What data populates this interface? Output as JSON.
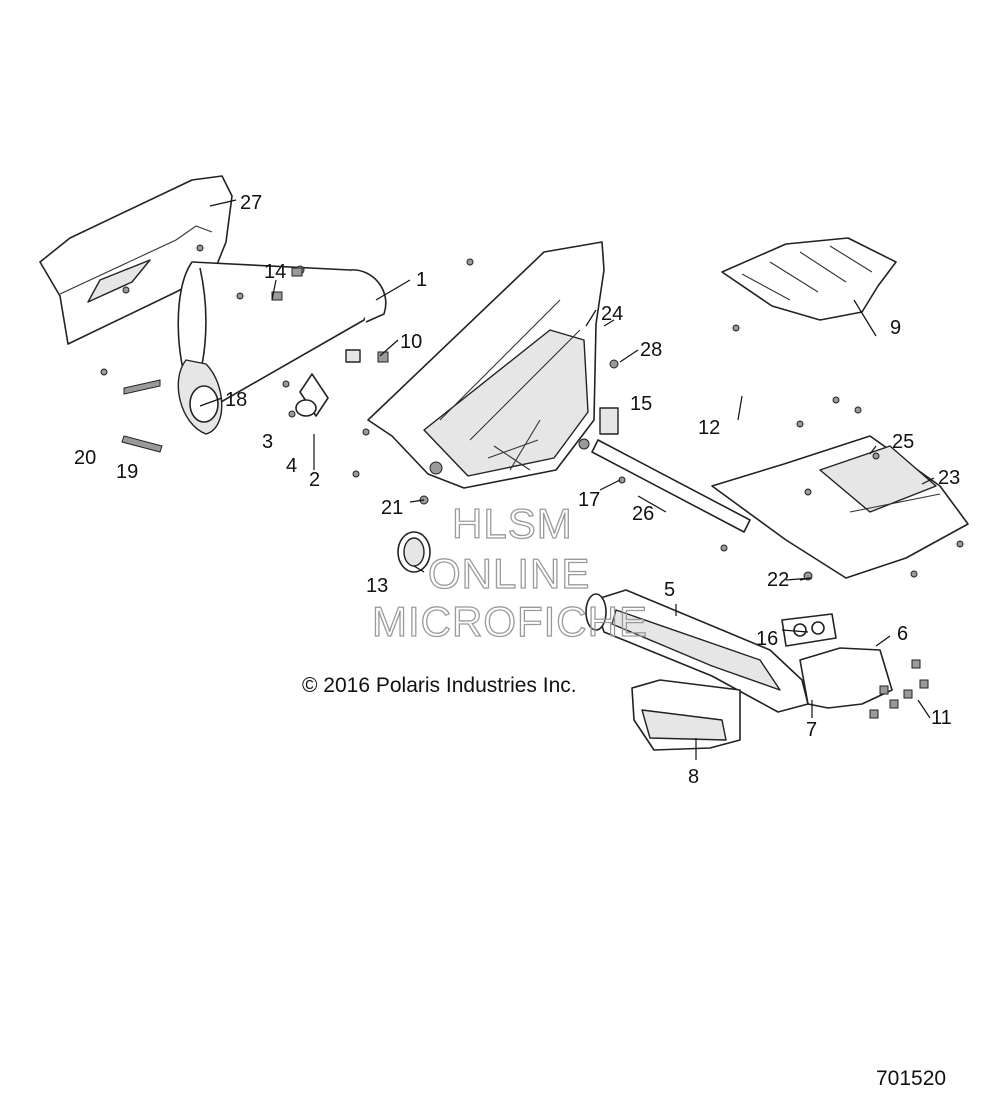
{
  "callouts": [
    "1",
    "2",
    "3",
    "4",
    "5",
    "6",
    "7",
    "8",
    "9",
    "10",
    "11",
    "12",
    "13",
    "14",
    "15",
    "16",
    "17",
    "18",
    "19",
    "20",
    "21",
    "22",
    "23",
    "24",
    "25",
    "26",
    "27",
    "28"
  ],
  "watermark": [
    "HLSM",
    "ONLINE",
    "MICROFICHE"
  ],
  "copyright": "© 2016 Polaris Industries Inc.",
  "diagram_code": "701520"
}
